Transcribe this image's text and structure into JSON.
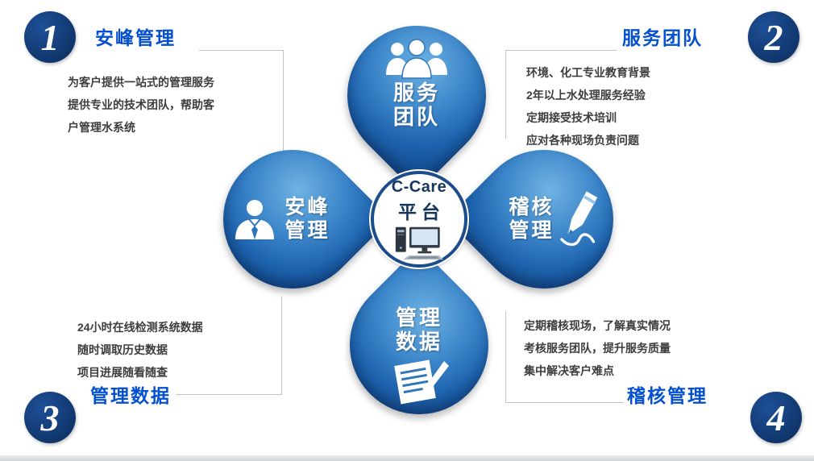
{
  "colors": {
    "background": "#ffffff",
    "petal_blue": "#2e76bc",
    "petal_dark": "#0e3e7e",
    "title_blue": "#0450cf",
    "navy_circle": "#123d7c",
    "body_text": "#3d3d3d",
    "connector_gray": "#c4c4c4"
  },
  "center": {
    "line1": "C-Care",
    "line2": "平台"
  },
  "petals": {
    "top": {
      "line1": "服务",
      "line2": "团队"
    },
    "left": {
      "line1": "安峰",
      "line2": "管理"
    },
    "right": {
      "line1": "稽核",
      "line2": "管理"
    },
    "bottom": {
      "line1": "管理",
      "line2": "数据"
    }
  },
  "corners": {
    "top_left": {
      "number": "1",
      "title": "安峰管理",
      "lines": [
        "为客户提供一站式的管理服务",
        "提供专业的技术团队，帮助客",
        "户管理水系统"
      ]
    },
    "top_right": {
      "number": "2",
      "title": "服务团队",
      "lines": [
        "环境、化工专业教育背景",
        "2年以上水处理服务经验",
        "定期接受技术培训",
        "应对各种现场负责问题"
      ]
    },
    "bottom_left": {
      "number": "3",
      "title": "管理数据",
      "lines": [
        "24小时在线检测系统数据",
        "随时调取历史数据",
        "项目进展随看随查"
      ]
    },
    "bottom_right": {
      "number": "4",
      "title": "稽核管理",
      "lines": [
        "定期稽核现场，了解真实情况",
        "考核服务团队，提升服务质量",
        "集中解决客户难点"
      ]
    }
  },
  "icons": {
    "top": "team-people-icon",
    "left": "person-manager-icon",
    "right": "pencil-icon",
    "bottom": "document-pen-icon",
    "center": "computer-icon"
  }
}
